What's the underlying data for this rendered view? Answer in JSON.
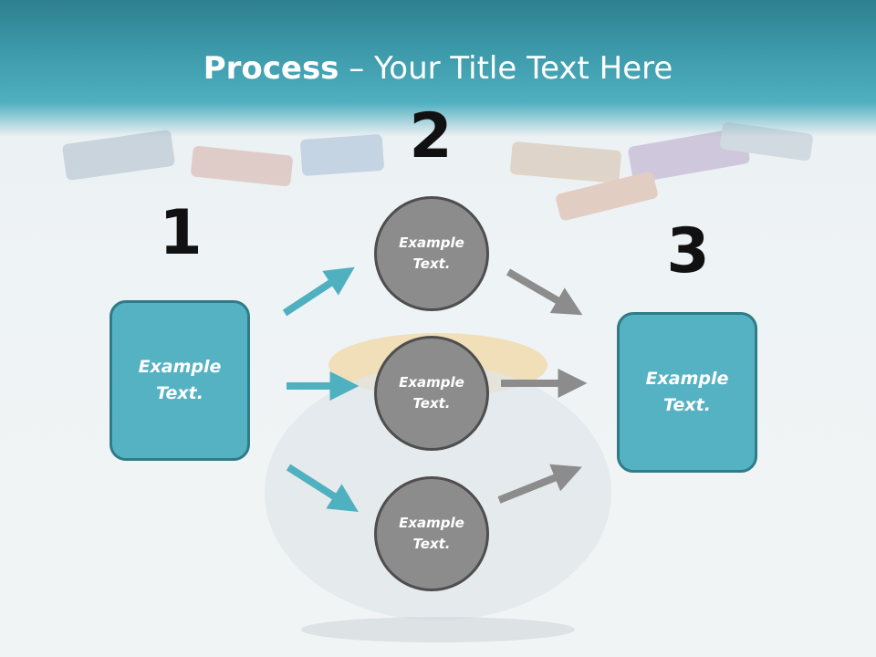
{
  "header": {
    "title_bold": "Process",
    "title_rest": " – Your Title Text Here"
  },
  "steps": {
    "step1_number": "1",
    "step2_number": "2",
    "step3_number": "3"
  },
  "boxes": {
    "left_text": "Example\nText.",
    "right_text": "Example\nText."
  },
  "circles": {
    "top_text": "Example\nText.",
    "middle_text": "Example\nText.",
    "bottom_text": "Example\nText."
  },
  "colors": {
    "header": "#3b98a8",
    "box_fill": "#55b2c2",
    "box_border": "#2f7c88",
    "circle_fill": "#8c8c8c",
    "circle_border": "#4e4e4e",
    "teal_arrow": "#4fb0c0",
    "gray_arrow": "#8c8c8c"
  }
}
